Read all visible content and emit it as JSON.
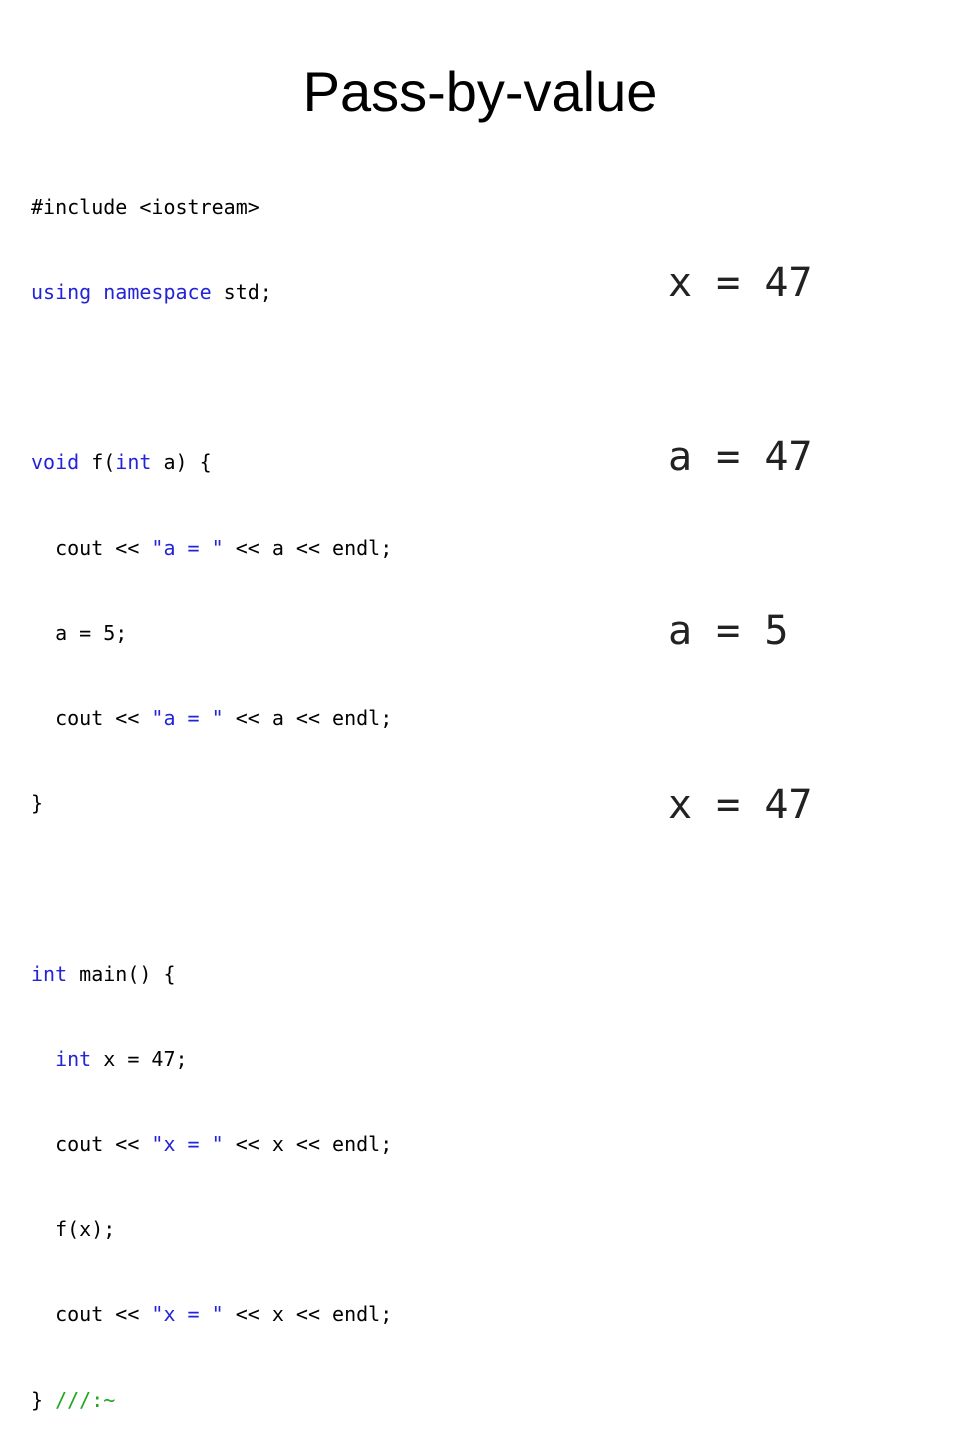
{
  "slide": {
    "title": "Pass-by-value"
  },
  "code": {
    "l1": "#include <iostream>",
    "l2_kw": "using namespace",
    "l2_rest": " std;",
    "l3": "",
    "l4_kw1": "void",
    "l4_mid": " f(",
    "l4_kw2": "int",
    "l4_rest": " a) {",
    "l5_a": "  cout << ",
    "l5_str": "\"a = \"",
    "l5_b": " << a << endl;",
    "l6": "  a = 5;",
    "l7_a": "  cout << ",
    "l7_str": "\"a = \"",
    "l7_b": " << a << endl;",
    "l8": "}",
    "l9": "",
    "l10_kw": "int",
    "l10_rest": " main() {",
    "l11_a": "  ",
    "l11_kw": "int",
    "l11_b": " x = 47;",
    "l12_a": "  cout << ",
    "l12_str": "\"x = \"",
    "l12_b": " << x << endl;",
    "l13": "  f(x);",
    "l14_a": "  cout << ",
    "l14_str": "\"x = \"",
    "l14_b": " << x << endl;",
    "l15_a": "} ",
    "l15_cmt": "///:~"
  },
  "output": {
    "lines": [
      "x = 47",
      "a = 47",
      "a = 5",
      "x = 47"
    ]
  },
  "colors": {
    "keyword": "#2323d8",
    "string": "#2323d8",
    "comment": "#1fa81f",
    "text": "#000000"
  }
}
